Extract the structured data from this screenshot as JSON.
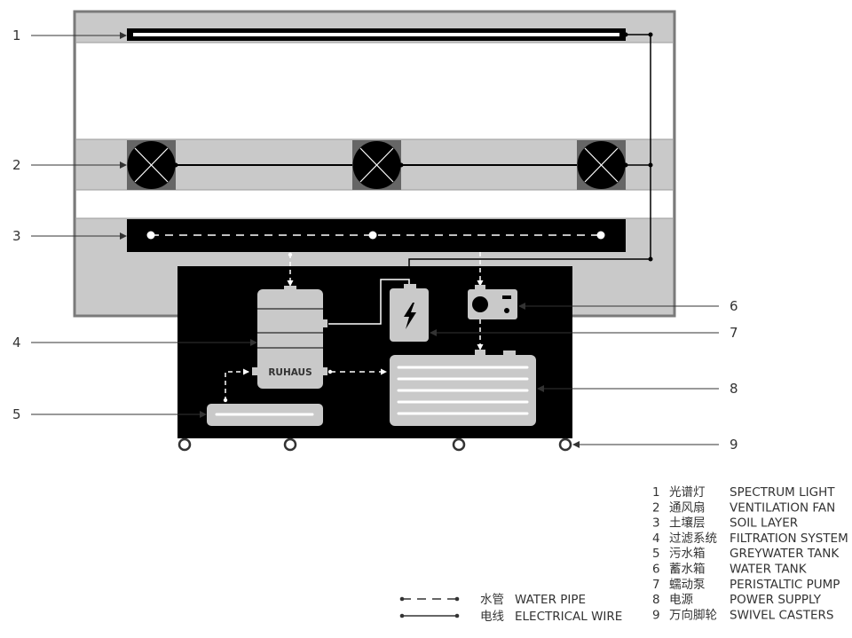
{
  "callouts": [
    "1",
    "2",
    "3",
    "4",
    "5",
    "6",
    "7",
    "8",
    "9"
  ],
  "brand_label": "RUHAUS",
  "legend_components": [
    {
      "num": "1",
      "zh": "光谱灯",
      "en": "SPECTRUM LIGHT"
    },
    {
      "num": "2",
      "zh": "通风扇",
      "en": "VENTILATION FAN"
    },
    {
      "num": "3",
      "zh": "土壤层",
      "en": "SOIL LAYER"
    },
    {
      "num": "4",
      "zh": "过滤系统",
      "en": "FILTRATION SYSTEM"
    },
    {
      "num": "5",
      "zh": "污水箱",
      "en": "GREYWATER TANK"
    },
    {
      "num": "6",
      "zh": "蓄水箱",
      "en": "WATER TANK"
    },
    {
      "num": "7",
      "zh": "蠕动泵",
      "en": "PERISTALTIC PUMP"
    },
    {
      "num": "8",
      "zh": "电源",
      "en": "POWER SUPPLY"
    },
    {
      "num": "9",
      "zh": "万向脚轮",
      "en": "SWIVEL CASTERS"
    }
  ],
  "legend_lines": [
    {
      "zh": "水管",
      "en": "WATER PIPE",
      "style": "dashed"
    },
    {
      "zh": "电线",
      "en": "ELECTRICAL WIRE",
      "style": "solid"
    }
  ],
  "colors": {
    "frame": "#7a7a7a",
    "panel": "#c9c9c9",
    "dark": "#000000",
    "fan": "#666666",
    "component": "#c9c9c9"
  }
}
